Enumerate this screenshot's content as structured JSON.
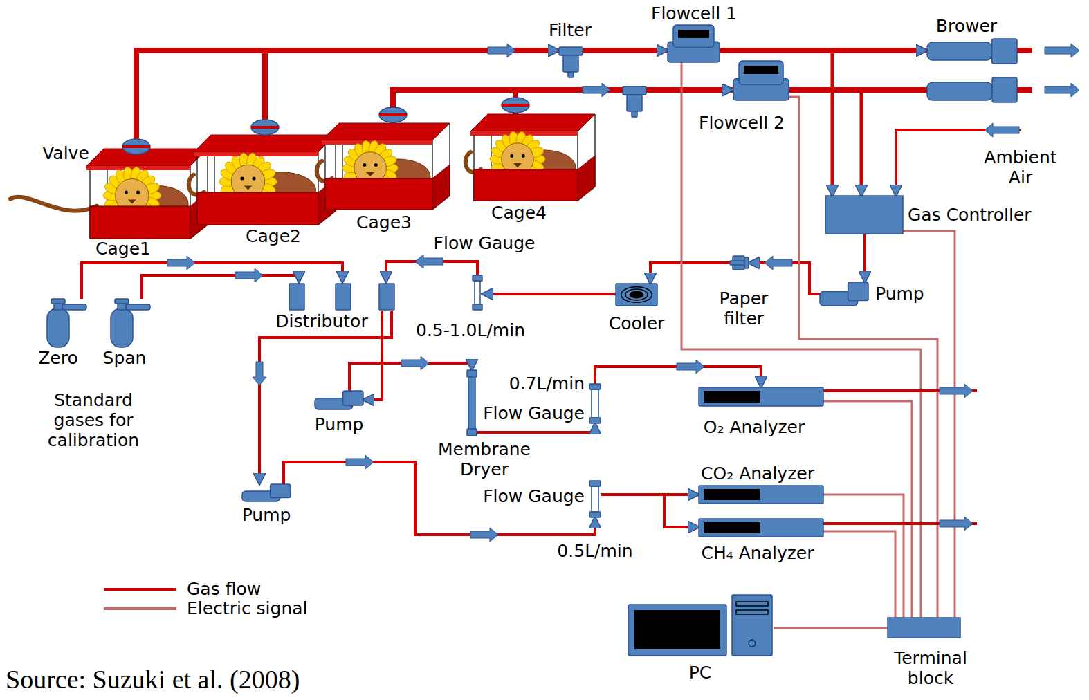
{
  "diagram": {
    "caption": "Source: Suzuki et al. (2008)",
    "nodes": [
      {
        "text": [
          "Cage1"
        ]
      },
      {
        "text": [
          "Cage2"
        ]
      },
      {
        "text": [
          "Cage3"
        ]
      },
      {
        "text": [
          "Cage4"
        ]
      },
      {
        "text": [
          "Filter"
        ]
      },
      {
        "text": [
          "Flowcell 1"
        ]
      },
      {
        "text": [
          "Flowcell 2"
        ]
      },
      {
        "text": [
          "Brower"
        ]
      },
      {
        "text": [
          "Gas Controller"
        ]
      },
      {
        "text": [
          "Pump"
        ]
      },
      {
        "text": [
          "Paper filter"
        ]
      },
      {
        "text": [
          "Cooler"
        ]
      },
      {
        "text": [
          "Flow Gauge",
          "0.5-1.0L/min"
        ]
      },
      {
        "text": [
          "Distributor"
        ]
      },
      {
        "text": [
          "Zero"
        ]
      },
      {
        "text": [
          "Span"
        ]
      },
      {
        "text": [
          "Pump"
        ]
      },
      {
        "text": [
          "Membrane Dryer"
        ]
      },
      {
        "text": [
          "0.7L/min",
          "Flow Gauge"
        ]
      },
      {
        "text": [
          "O₂ Analyzer"
        ]
      },
      {
        "text": [
          "Pump"
        ]
      },
      {
        "text": [
          "Flow Gauge",
          "0.5L/min"
        ]
      },
      {
        "text": [
          "CO₂ Analyzer"
        ]
      },
      {
        "text": [
          "CH₄ Analyzer"
        ]
      },
      {
        "text": [
          "Terminal block"
        ]
      },
      {
        "text": [
          "PC"
        ]
      }
    ],
    "edges": [
      {
        "from": 0,
        "to": 4,
        "arrow": "to"
      },
      {
        "from": 1,
        "to": 4,
        "arrow": "to"
      },
      {
        "from": 4,
        "to": 5,
        "arrow": "to"
      },
      {
        "from": 5,
        "to": 7,
        "arrow": "to"
      },
      {
        "from": 2,
        "to": 6,
        "arrow": "to"
      },
      {
        "from": 3,
        "to": 6,
        "arrow": "to"
      },
      {
        "from": 5,
        "to": 8,
        "arrow": "to"
      },
      {
        "from": 6,
        "to": 8,
        "arrow": "to"
      },
      {
        "from": 8,
        "to": 9,
        "arrow": "to"
      },
      {
        "from": 9,
        "to": 10,
        "arrow": "to"
      },
      {
        "from": 10,
        "to": 11,
        "arrow": "to"
      },
      {
        "from": 11,
        "to": 12,
        "arrow": "to"
      },
      {
        "from": 12,
        "to": 13,
        "arrow": "to"
      },
      {
        "from": 14,
        "to": 13,
        "arrow": "to"
      },
      {
        "from": 15,
        "to": 13,
        "arrow": "to"
      },
      {
        "from": 13,
        "to": 16,
        "arrow": "to"
      },
      {
        "from": 13,
        "to": 20,
        "arrow": "to"
      },
      {
        "from": 16,
        "to": 17,
        "arrow": "to"
      },
      {
        "from": 17,
        "to": 18,
        "arrow": "to"
      },
      {
        "from": 18,
        "to": 19,
        "arrow": "to"
      },
      {
        "from": 20,
        "to": 21,
        "arrow": "to"
      },
      {
        "from": 21,
        "to": 22,
        "arrow": "to"
      },
      {
        "from": 21,
        "to": 23,
        "arrow": "to"
      },
      {
        "from": 5,
        "to": 24,
        "arrow": "none"
      },
      {
        "from": 6,
        "to": 24,
        "arrow": "none"
      },
      {
        "from": 8,
        "to": 24,
        "arrow": "none"
      },
      {
        "from": 19,
        "to": 24,
        "arrow": "none"
      },
      {
        "from": 22,
        "to": 24,
        "arrow": "none"
      },
      {
        "from": 23,
        "to": 24,
        "arrow": "none"
      },
      {
        "from": 25,
        "to": 24,
        "arrow": "none"
      }
    ],
    "labels": [
      "Valve",
      "Standard gases for calibration",
      "Ambient Air"
    ],
    "legend": [
      {
        "text": "Gas flow"
      },
      {
        "text": "Electric signal"
      }
    ]
  }
}
